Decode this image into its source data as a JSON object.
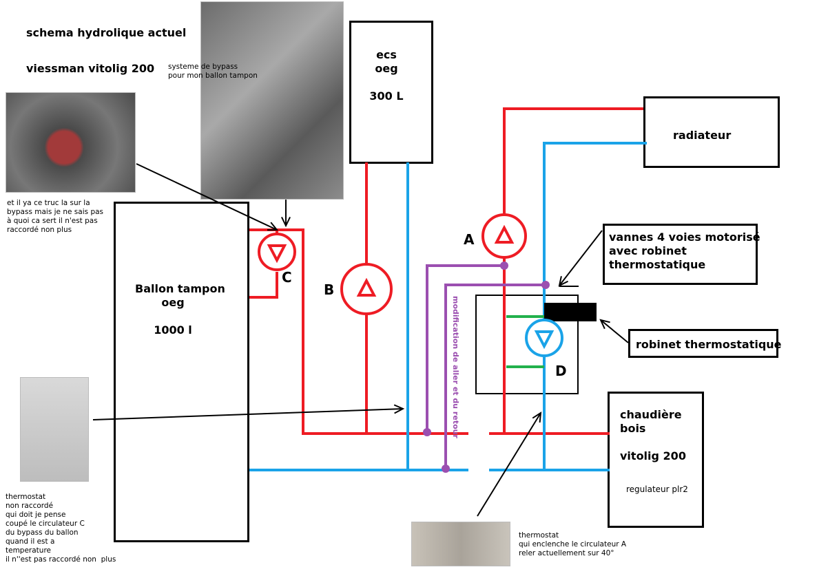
{
  "header": {
    "title": "schema hydrolique actuel",
    "subtitle": "viessman vitolig 200"
  },
  "notes": {
    "bypass": "systeme de bypass\npour mon ballon tampon",
    "valve_note": "et il ya ce truc la sur la\nbypass mais je ne sais pas\nà quoi ca sert il n'est pas\nraccordé non plus",
    "thermostat_left": "thermostat\nnon raccordé\nqui doit je pense\ncoupé le circulateur C\ndu bypass du ballon\nquand il est a\ntemperature\nil n''est pas raccordé non  plus",
    "thermostat_right": "thermostat\nqui enclenche le circulateur A\nreler actuellement sur 40°",
    "flow_change": "modification de aller et du retour"
  },
  "components": {
    "buffer_tank": "Ballon tampon\noeg\n\n1000 l",
    "dhw_tank": "ecs\noeg\n\n300 L",
    "radiator": "radiateur",
    "valve_box": "vannes 4 voies motorisé\navec robinet\nthermostatique",
    "thermo_valve": "robinet thermostatique",
    "boiler": "chaudière\nbois\n\nvitolig 200",
    "boiler_reg": "regulateur plr2"
  },
  "pumps": {
    "a": "A",
    "b": "B",
    "c": "C",
    "d": "D"
  },
  "colors": {
    "supply": "#ee1c24",
    "return": "#1aa3e8",
    "modified": "#9b4fb0",
    "bypass_green": "#22b14c",
    "outline": "#000000"
  },
  "icons": {
    "pump": "pump-symbol-icon",
    "arrow": "pointer-arrow-icon"
  }
}
